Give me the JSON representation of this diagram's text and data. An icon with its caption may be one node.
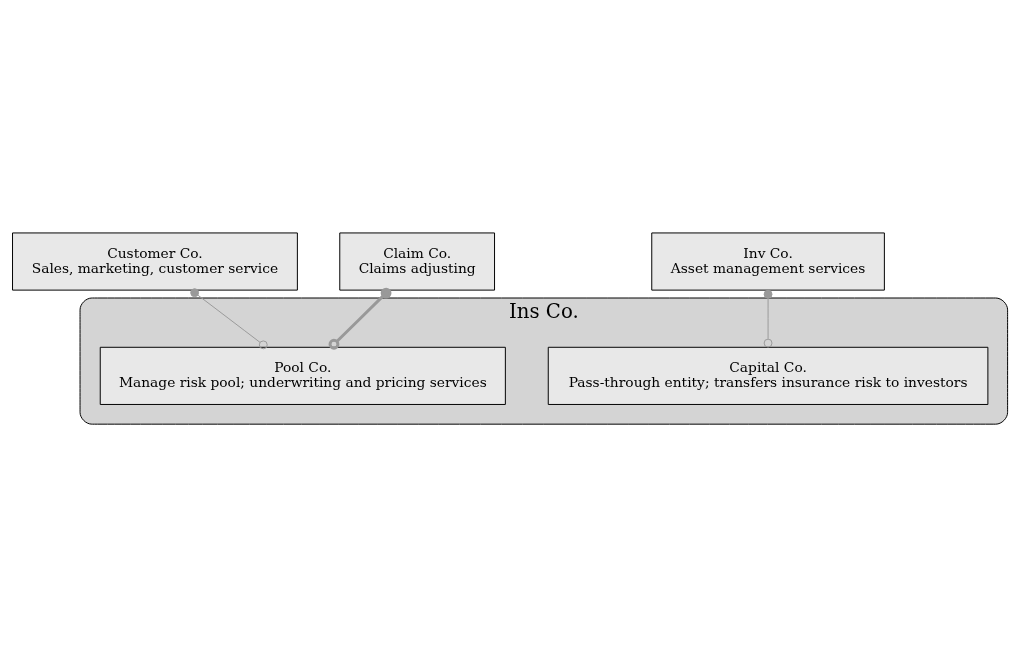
{
  "diagram": {
    "nodes": [
      {
        "text": [
          "Ins Co."
        ]
      },
      {
        "text": [
          "Pool Co.",
          "Manage risk pool; underwriting and pricing services"
        ],
        "in": 0
      },
      {
        "text": [
          "Capital Co.",
          "Pass-through entity; transfers insurance risk to investors"
        ],
        "in": 0
      },
      {
        "text": [
          "Customer Co.",
          "Sales, marketing, customer service"
        ]
      },
      {
        "text": [
          "Claim Co.",
          "Claims adjusting"
        ]
      },
      {
        "text": [
          "Inv Co.",
          "Asset management services"
        ]
      }
    ],
    "edges": [
      {
        "from": 3,
        "to": 1,
        "arrow": "other"
      },
      {
        "from": 4,
        "to": 1,
        "arrow": "other",
        "style": "thick"
      },
      {
        "from": 5,
        "to": 2,
        "arrow": "other"
      }
    ]
  }
}
